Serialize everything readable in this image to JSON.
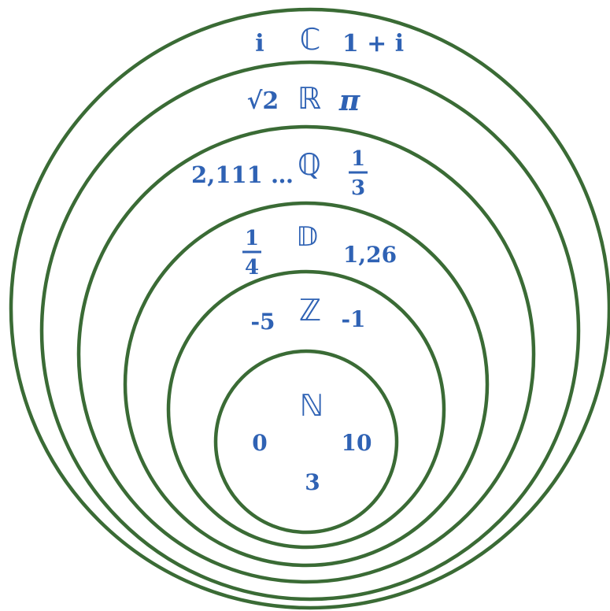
{
  "sets": {
    "C": {
      "symbol": "ℂ",
      "elements": [
        "i",
        "1 + i"
      ]
    },
    "R": {
      "symbol": "ℝ",
      "elements": [
        "√2",
        "π"
      ]
    },
    "Q": {
      "symbol": "ℚ",
      "elements": [
        "2,111 …"
      ],
      "fraction": {
        "numerator": "1",
        "denominator": "3"
      }
    },
    "D": {
      "symbol": "𝔻",
      "elements": [
        "1,26"
      ],
      "fraction": {
        "numerator": "1",
        "denominator": "4"
      }
    },
    "Z": {
      "symbol": "ℤ",
      "elements": [
        "-5",
        "-1"
      ]
    },
    "N": {
      "symbol": "ℕ",
      "elements": [
        "0",
        "10",
        "3"
      ]
    }
  },
  "colors": {
    "ring": "#3a6b35",
    "text": "#2f62b4"
  }
}
